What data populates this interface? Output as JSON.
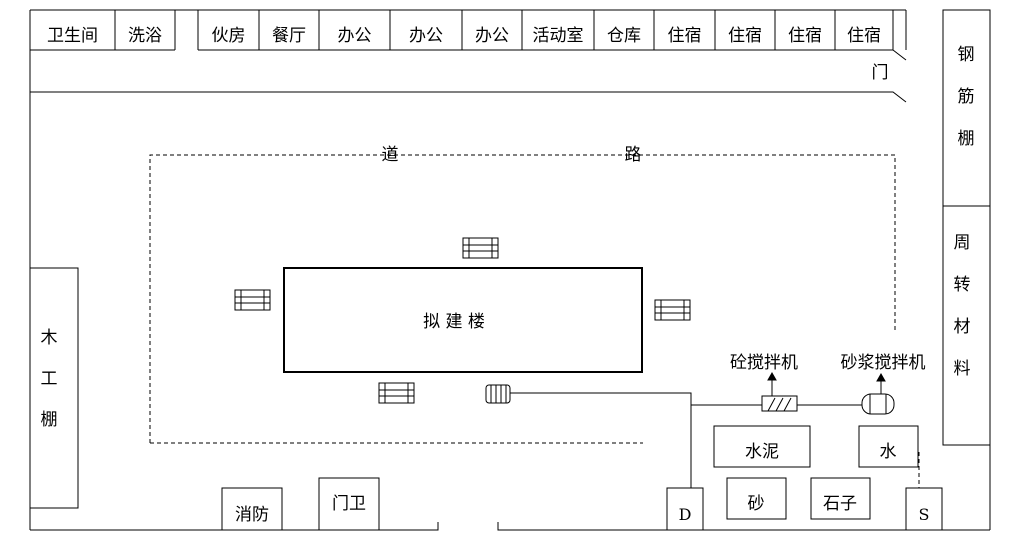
{
  "colors": {
    "line": "#000000",
    "background": "#ffffff"
  },
  "top_rooms": [
    "卫生间",
    "洗浴",
    "伙房",
    "餐厅",
    "办公",
    "办公",
    "办公",
    "活动室",
    "仓库",
    "住宿",
    "住宿",
    "住宿",
    "住宿"
  ],
  "gate_top": "门",
  "road_left": "道",
  "road_right": "路",
  "building": "拟 建 楼",
  "right_sheds": {
    "rebar": "钢筋棚",
    "turnover": "周转材料"
  },
  "left_shed": "木工棚",
  "bottom": {
    "fire": "消防",
    "guard": "门卫",
    "cement": "水泥",
    "water": "水",
    "sand": "砂",
    "stone": "石子",
    "d_box": "D",
    "s_box": "S"
  },
  "equipment": {
    "concrete_mixer": "砼搅拌机",
    "mortar_mixer": "砂浆搅拌机"
  },
  "icons": [
    "crane-tower-icon",
    "hoist-icon",
    "mixer-icon",
    "tank-icon",
    "arrow-up-icon"
  ]
}
